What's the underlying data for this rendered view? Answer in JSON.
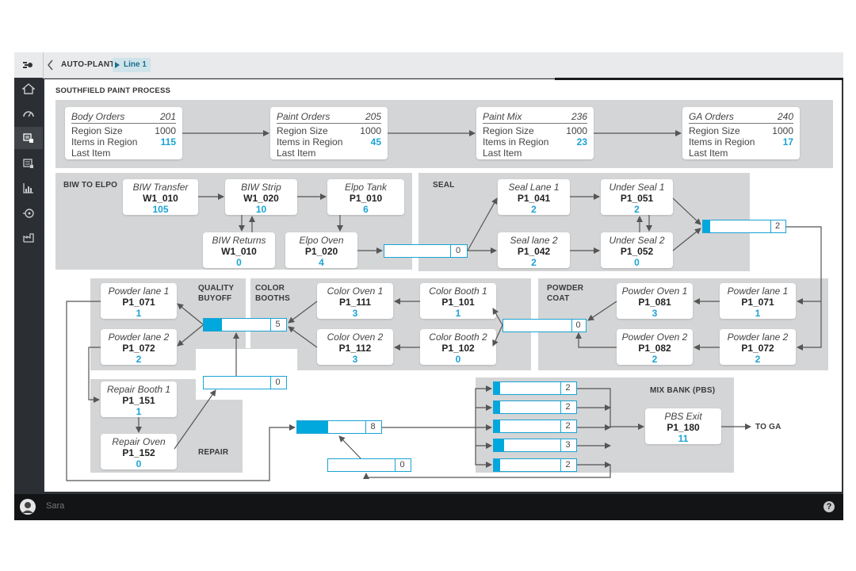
{
  "header": {
    "app_name": "AUTO-PLANT",
    "tab": "Line 1"
  },
  "page_title": "SOUTHFIELD PAINT PROCESS",
  "footer": {
    "user_label": "Sara"
  },
  "orders": [
    {
      "name": "Body Orders",
      "number": "201",
      "region_size_label": "Region Size",
      "region_size": "1000",
      "items_label": "Items in Region",
      "items": "115",
      "last_item_label": "Last Item"
    },
    {
      "name": "Paint Orders",
      "number": "205",
      "region_size_label": "Region Size",
      "region_size": "1000",
      "items_label": "Items in Region",
      "items": "45",
      "last_item_label": "Last Item"
    },
    {
      "name": "Paint Mix",
      "number": "236",
      "region_size_label": "Region Size",
      "region_size": "1000",
      "items_label": "Items in Region",
      "items": "23",
      "last_item_label": "Last Item"
    },
    {
      "name": "GA Orders",
      "number": "240",
      "region_size_label": "Region Size",
      "region_size": "1000",
      "items_label": "Items in Region",
      "items": "17",
      "last_item_label": "Last Item"
    }
  ],
  "regions": {
    "biw_to_elpo": "BIW TO ELPO",
    "seal": "SEAL",
    "quality_buyoff": "QUALITY BUYOFF",
    "color_booths": "COLOR BOOTHS",
    "powder_coat": "POWDER COAT",
    "repair": "REPAIR",
    "mix_bank": "MIX BANK (PBS)",
    "to_ga": "TO GA"
  },
  "nodes": {
    "biw_transfer": {
      "name": "BIW Transfer",
      "id": "W1_010",
      "count": "105"
    },
    "biw_strip": {
      "name": "BIW Strip",
      "id": "W1_020",
      "count": "10"
    },
    "elpo_tank": {
      "name": "Elpo Tank",
      "id": "P1_010",
      "count": "6"
    },
    "biw_returns": {
      "name": "BIW Returns",
      "id": "W1_010",
      "count": "0"
    },
    "elpo_oven": {
      "name": "Elpo Oven",
      "id": "P1_020",
      "count": "4"
    },
    "seal_lane_1": {
      "name": "Seal Lane 1",
      "id": "P1_041",
      "count": "2"
    },
    "under_seal_1": {
      "name": "Under Seal 1",
      "id": "P1_051",
      "count": "2"
    },
    "seal_lane_2": {
      "name": "Seal lane 2",
      "id": "P1_042",
      "count": "2"
    },
    "under_seal_2": {
      "name": "Under Seal 2",
      "id": "P1_052",
      "count": "0"
    },
    "powder_lane_1_q": {
      "name": "Powder lane 1",
      "id": "P1_071",
      "count": "1"
    },
    "powder_lane_2_q": {
      "name": "Powder lane 2",
      "id": "P1_072",
      "count": "2"
    },
    "color_oven_1": {
      "name": "Color Oven 1",
      "id": "P1_111",
      "count": "3"
    },
    "color_booth_1": {
      "name": "Color Booth 1",
      "id": "P1_101",
      "count": "1"
    },
    "color_oven_2": {
      "name": "Color Oven 2",
      "id": "P1_112",
      "count": "3"
    },
    "color_booth_2": {
      "name": "Color Booth 2",
      "id": "P1_102",
      "count": "0"
    },
    "powder_oven_1": {
      "name": "Powder Oven 1",
      "id": "P1_081",
      "count": "3"
    },
    "powder_lane_1": {
      "name": "Powder lane 1",
      "id": "P1_071",
      "count": "1"
    },
    "powder_oven_2": {
      "name": "Powder Oven 2",
      "id": "P1_082",
      "count": "2"
    },
    "powder_lane_2": {
      "name": "Powder lane 2",
      "id": "P1_072",
      "count": "2"
    },
    "repair_booth_1": {
      "name": "Repair Booth 1",
      "id": "P1_151",
      "count": "1"
    },
    "repair_oven": {
      "name": "Repair Oven",
      "id": "P1_152",
      "count": "0"
    },
    "pbs_exit": {
      "name": "PBS Exit",
      "id": "P1_180",
      "count": "11"
    }
  },
  "buffers": {
    "elpo_out": {
      "value": "0",
      "fill": 0.0
    },
    "seal_out": {
      "value": "2",
      "fill": 0.1
    },
    "quality": {
      "value": "5",
      "fill": 0.27
    },
    "powder_in": {
      "value": "0",
      "fill": 0.0
    },
    "repair_out": {
      "value": "0",
      "fill": 0.0
    },
    "main": {
      "value": "8",
      "fill": 0.45
    },
    "return": {
      "value": "0",
      "fill": 0.0
    },
    "mix_1": {
      "value": "2",
      "fill": 0.1
    },
    "mix_2": {
      "value": "2",
      "fill": 0.1
    },
    "mix_3": {
      "value": "2",
      "fill": 0.1
    },
    "mix_4": {
      "value": "3",
      "fill": 0.15
    },
    "mix_5": {
      "value": "2",
      "fill": 0.1
    }
  },
  "colors": {
    "accent": "#1aa3d4",
    "region": "#d4d5d6",
    "sidebar": "#2b2e33"
  }
}
